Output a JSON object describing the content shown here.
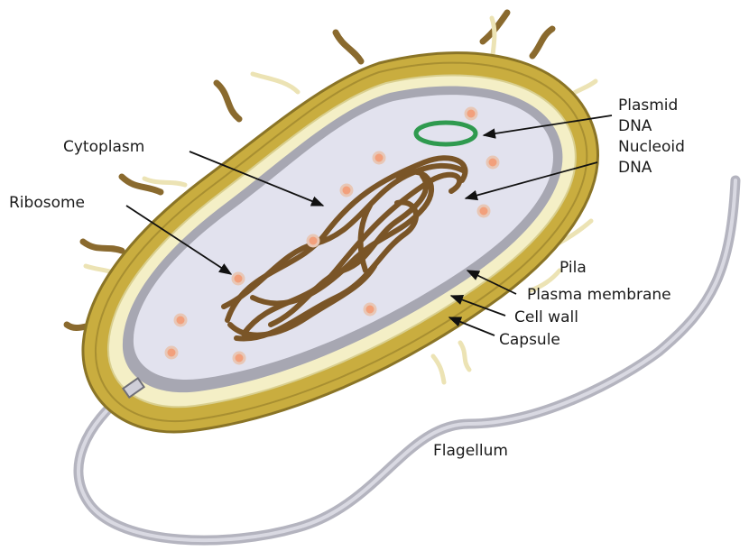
{
  "labels": {
    "plasmid_line1": "Plasmid",
    "plasmid_line2": "DNA",
    "nucleoid_line1": "Nucleoid",
    "nucleoid_line2": "DNA",
    "cytoplasm": "Cytoplasm",
    "ribosome": "Ribosome",
    "pila": "Pila",
    "plasma_membrane": "Plasma membrane",
    "cell_wall": "Cell wall",
    "capsule": "Capsule",
    "flagellum": "Flagellum"
  },
  "colors": {
    "capsule": "#c9ad3f",
    "capsule_edge": "#8a7426",
    "cell_wall": "#f4efc6",
    "plasma_membrane": "#a7a7b2",
    "cytoplasm": "#e2e2ee",
    "nucleoid": "#7a5527",
    "plasmid": "#2f9a4f",
    "ribosome": "#f2a07c",
    "pili": "#ece3b4",
    "fimbriae": "#8a6a2e",
    "flagellum": "#b4b4bf"
  }
}
